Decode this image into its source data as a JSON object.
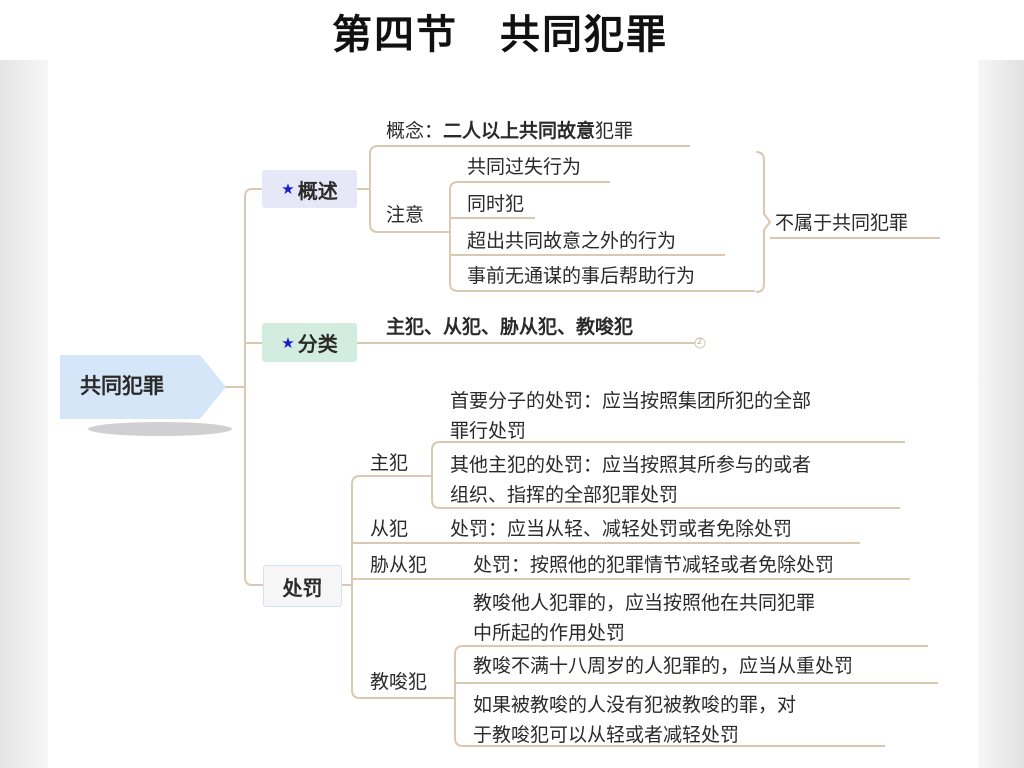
{
  "title": "第四节　共同犯罪",
  "root": {
    "label": "共同犯罪",
    "color": "#d4e6f7"
  },
  "branches": {
    "overview": {
      "label": "概述",
      "icon": "star-icon",
      "concept_label": "概念：",
      "concept_bold": "二人以上共同故意",
      "concept_tail": "犯罪",
      "note_label": "注意",
      "note_items": [
        "共同过失行为",
        "同时犯",
        "超出共同故意之外的行为",
        "事前无通谋的事后帮助行为"
      ],
      "note_summary": "不属于共同犯罪"
    },
    "classification": {
      "label": "分类",
      "icon": "star-icon",
      "content": "主犯、从犯、胁从犯、教唆犯",
      "badge": "2"
    },
    "punishment": {
      "label": "处罚",
      "groups": [
        {
          "label": "主犯",
          "items": [
            "首要分子的处罚：应当按照集团所犯的全部\n罪行处罚",
            "其他主犯的处罚：应当按照其所参与的或者\n组织、指挥的全部犯罪处罚"
          ]
        },
        {
          "label": "从犯",
          "items": [
            "处罚：应当从轻、减轻处罚或者免除处罚"
          ]
        },
        {
          "label": "胁从犯",
          "items": [
            "处罚：按照他的犯罪情节减轻或者免除处罚"
          ]
        },
        {
          "label": "教唆犯",
          "items": [
            "教唆他人犯罪的，应当按照他在共同犯罪\n中所起的作用处罚",
            "教唆不满十八周岁的人犯罪的，应当从重处罚",
            "如果被教唆的人没有犯被教唆的罪，对\n于教唆犯可以从轻或者减轻处罚"
          ]
        }
      ]
    }
  },
  "colors": {
    "connector": "#d9c9b0",
    "overview_bg": "#e6e8f8",
    "classification_bg": "#d3ece0",
    "punishment_bg": "#f6f6f6",
    "star": "#1a1ad0"
  }
}
